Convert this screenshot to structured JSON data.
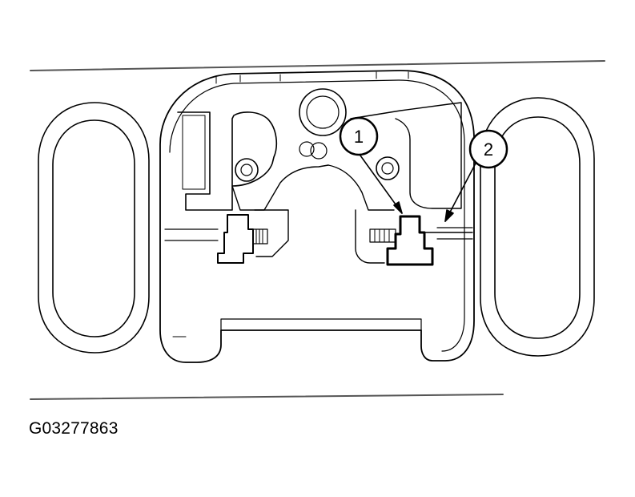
{
  "figure": {
    "caption": "G03277863",
    "callouts": [
      {
        "label": "1"
      },
      {
        "label": "2"
      }
    ]
  },
  "colors": {
    "line": "#000000",
    "background": "#ffffff"
  }
}
